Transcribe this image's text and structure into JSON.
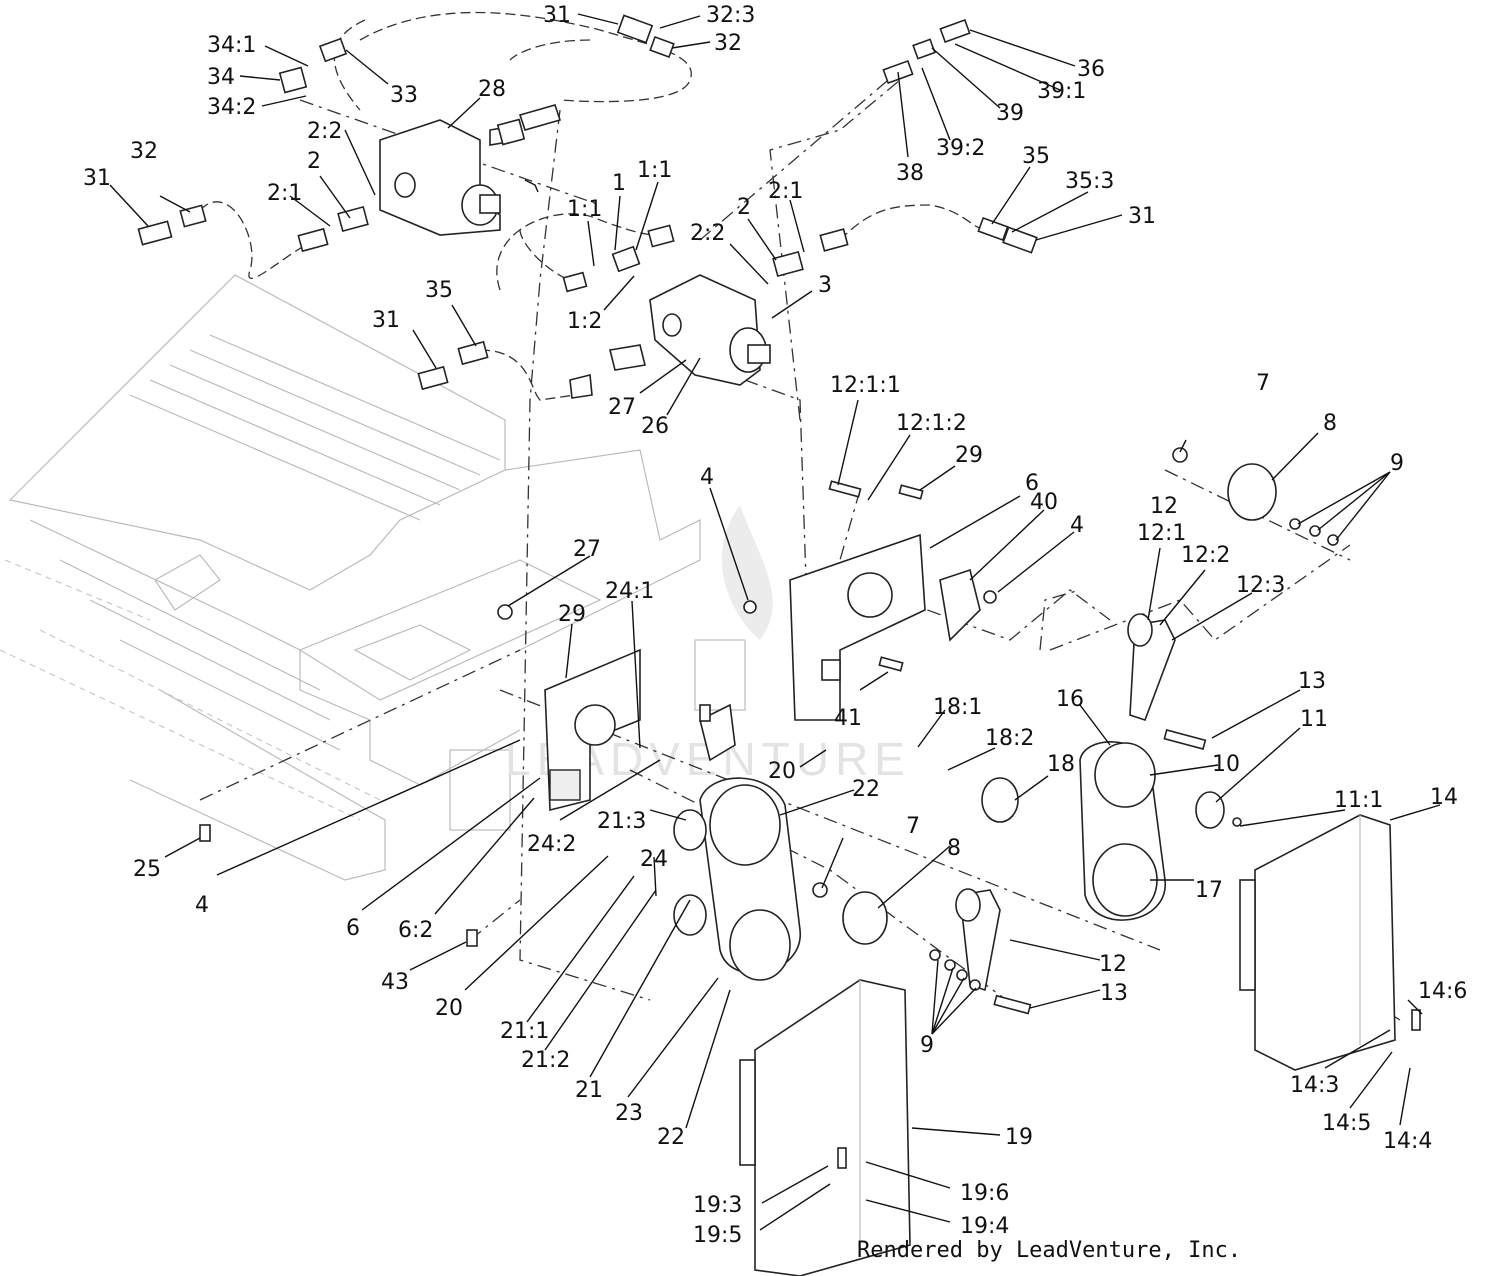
{
  "watermark": "LEADVENTURE",
  "credit": "Rendered by LeadVenture, Inc.",
  "callouts": {
    "c31a": "31",
    "c32_3": "32:3",
    "c32a": "32",
    "c34_1": "34:1",
    "c34": "34",
    "c34_2": "34:2",
    "c33": "33",
    "c28": "28",
    "c36": "36",
    "c39_1": "39:1",
    "c39": "39",
    "c39_2": "39:2",
    "c38": "38",
    "c2_2a": "2:2",
    "c2a": "2",
    "c2_1a": "2:1",
    "c32b": "32",
    "c31b": "31",
    "c1_1a": "1:1",
    "c1": "1",
    "c1_1b": "1:1",
    "c2b": "2",
    "c2_1b": "2:1",
    "c2_2b": "2:2",
    "c1_2": "1:2",
    "c3": "3",
    "c35a": "35",
    "c35_3": "35:3",
    "c31c": "31",
    "c31d": "31",
    "c35b": "35",
    "c27a": "27",
    "c26": "26",
    "c12_1_1": "12:1:1",
    "c12_1_2": "12:1:2",
    "c29a": "29",
    "c7a": "7",
    "c8a": "8",
    "c9a": "9",
    "c4a": "4",
    "c6a": "6",
    "c40": "40",
    "c4b": "4",
    "c12a": "12",
    "c12_1": "12:1",
    "c12_2": "12:2",
    "c12_3": "12:3",
    "c27b": "27",
    "c24_1": "24:1",
    "c29b": "29",
    "c13a": "13",
    "c16": "16",
    "c11": "11",
    "c41": "41",
    "c18_1": "18:1",
    "c18_2": "18:2",
    "c10": "10",
    "c11_1": "11:1",
    "c18": "18",
    "c20a": "20",
    "c14": "14",
    "c22a": "22",
    "c21_3": "21:3",
    "c24_2": "24:2",
    "c24": "24",
    "c7b": "7",
    "c8b": "8",
    "c17": "17",
    "c25": "25",
    "c4c": "4",
    "c6b": "6",
    "c6_2": "6:2",
    "c12b": "12",
    "c13b": "13",
    "c43": "43",
    "c20b": "20",
    "c9b": "9",
    "c21_1": "21:1",
    "c21_2": "21:2",
    "c21": "21",
    "c23": "23",
    "c22b": "22",
    "c14_6": "14:6",
    "c14_3": "14:3",
    "c14_5": "14:5",
    "c14_4": "14:4",
    "c19": "19",
    "c19_6": "19:6",
    "c19_3": "19:3",
    "c19_4": "19:4",
    "c19_5": "19:5"
  }
}
